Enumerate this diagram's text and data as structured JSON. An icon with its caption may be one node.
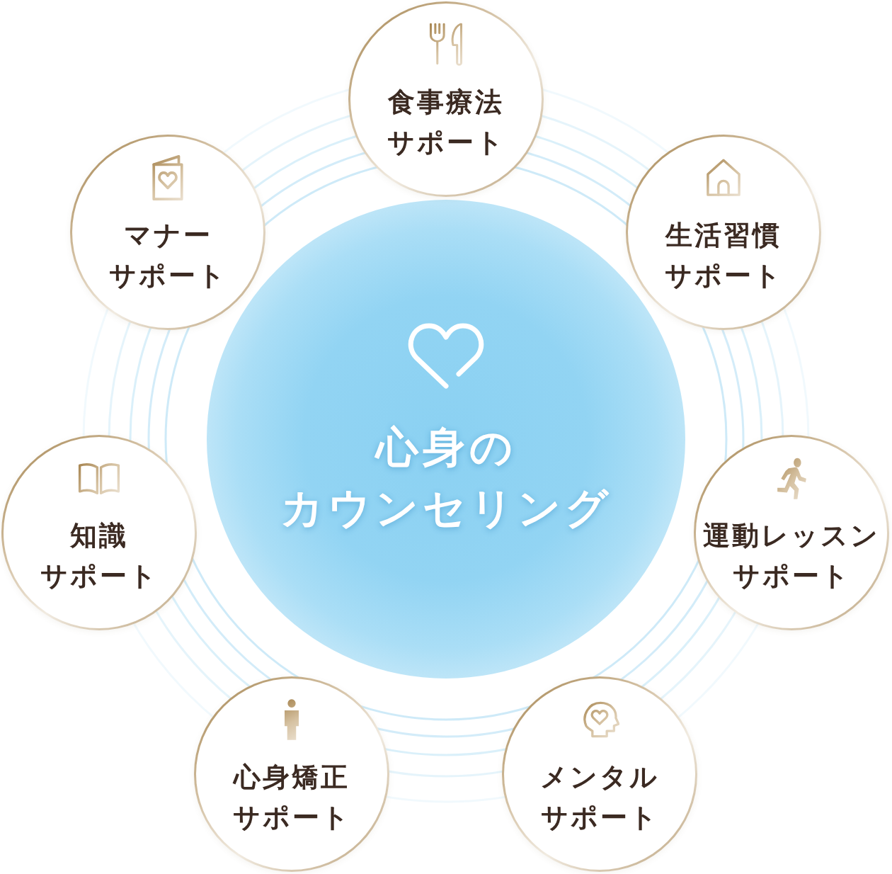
{
  "diagram": {
    "nodes": [
      {
        "text": [
          "心身のカウンセリング"
        ]
      },
      {
        "text": [
          "食事療法サポート"
        ]
      },
      {
        "text": [
          "生活習慣サポート"
        ]
      },
      {
        "text": [
          "運動レッスンサポート"
        ]
      },
      {
        "text": [
          "メンタルサポート"
        ]
      },
      {
        "text": [
          "心身矯正サポート"
        ]
      },
      {
        "text": [
          "知識サポート"
        ]
      },
      {
        "text": [
          "マナーサポート"
        ]
      }
    ]
  }
}
